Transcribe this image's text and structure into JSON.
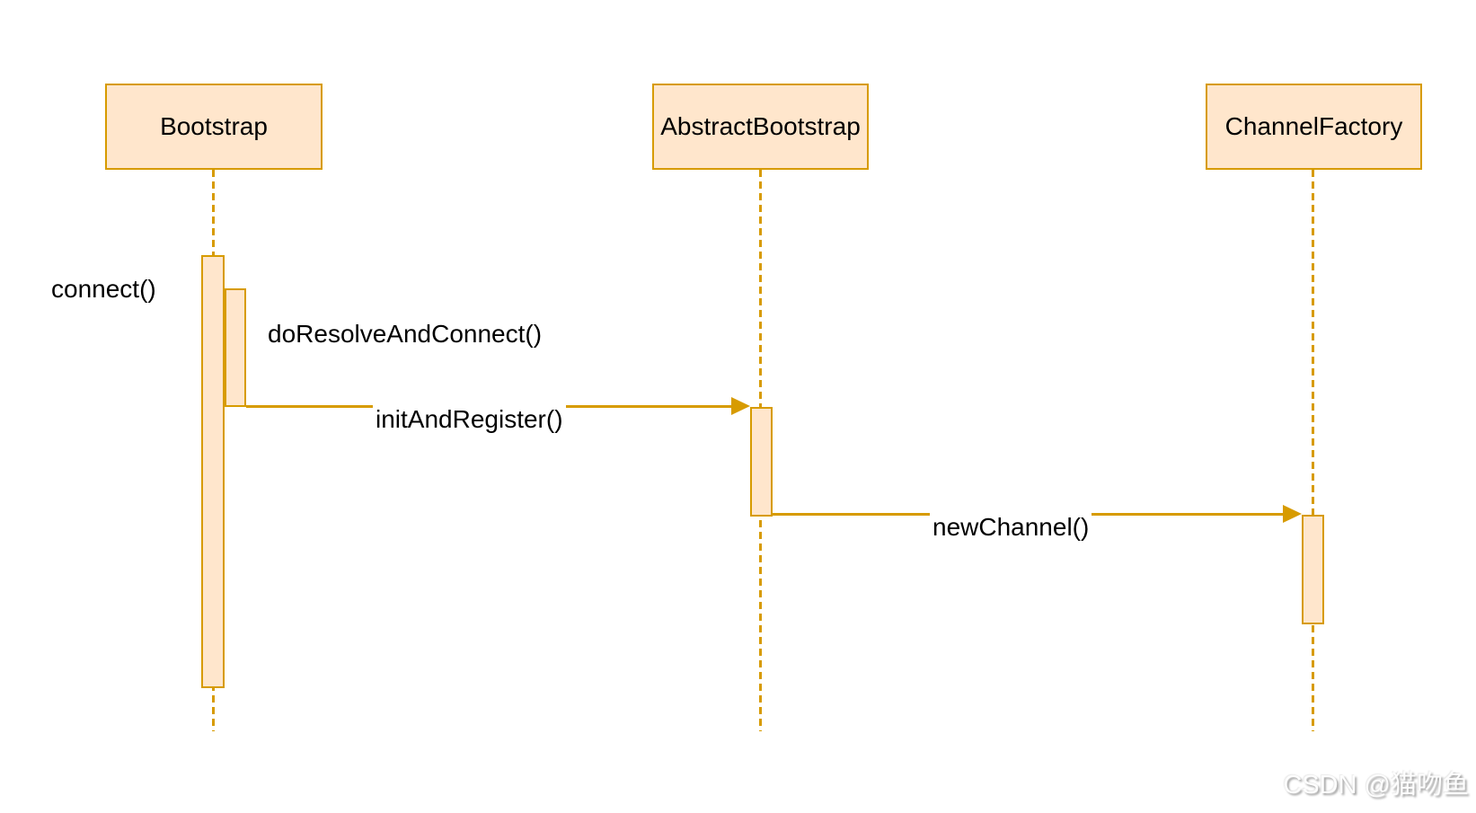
{
  "diagram": {
    "type": "uml-sequence",
    "actors": [
      {
        "id": "bootstrap",
        "label": "Bootstrap"
      },
      {
        "id": "abstract-bootstrap",
        "label": "AbstractBootstrap"
      },
      {
        "id": "channel-factory",
        "label": "ChannelFactory"
      }
    ],
    "messages": [
      {
        "id": "connect",
        "label": "connect()",
        "kind": "activation-label",
        "on": "Bootstrap"
      },
      {
        "id": "do-resolve-and-connect",
        "label": "doResolveAndConnect()",
        "kind": "activation-label",
        "on": "Bootstrap"
      },
      {
        "id": "init-and-register",
        "label": "initAndRegister()",
        "kind": "solid-arrow",
        "from": "Bootstrap",
        "to": "AbstractBootstrap"
      },
      {
        "id": "new-channel",
        "label": "newChannel()",
        "kind": "solid-arrow",
        "from": "AbstractBootstrap",
        "to": "ChannelFactory"
      }
    ],
    "colors": {
      "shape_fill": "#FFE6CC",
      "shape_stroke": "#D79B00",
      "text": "#000000",
      "background": "#FFFFFF"
    }
  },
  "watermark": {
    "text": "CSDN @猫吻鱼"
  }
}
